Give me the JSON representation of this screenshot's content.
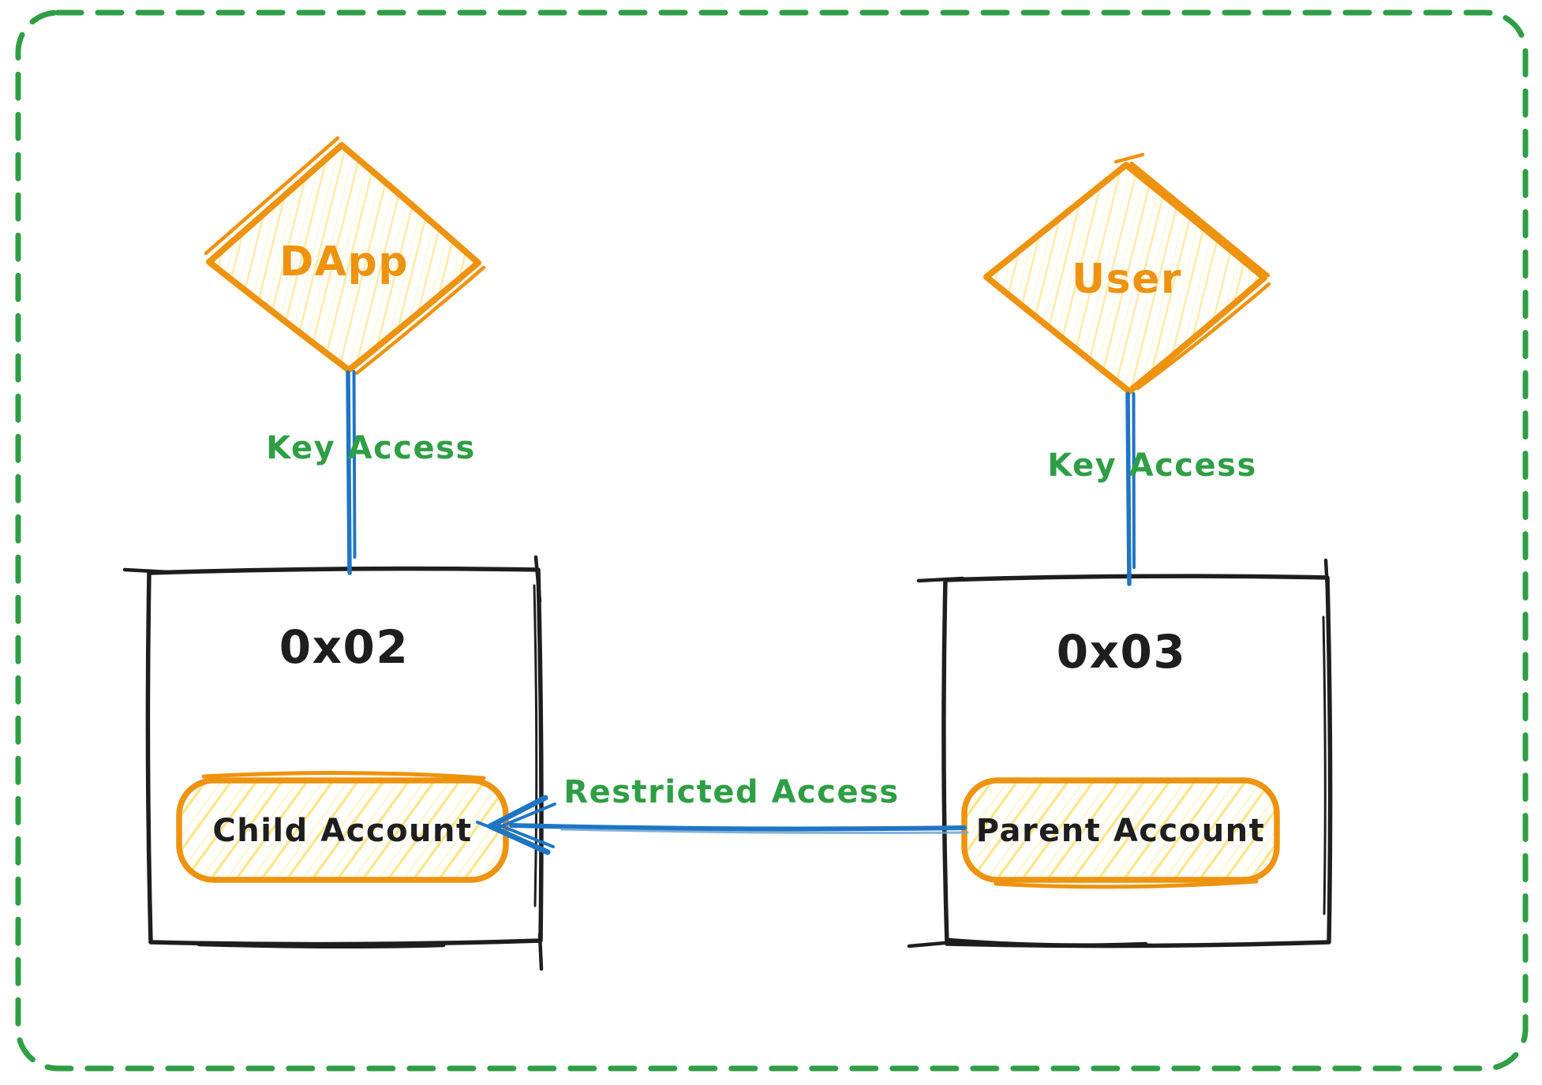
{
  "actors": {
    "dapp": {
      "label": "DApp",
      "shape": "diamond"
    },
    "user": {
      "label": "User",
      "shape": "diamond"
    }
  },
  "wallets": {
    "child": {
      "address": "0x02",
      "account_label": "Child Account"
    },
    "parent": {
      "address": "0x03",
      "account_label": "Parent Account"
    }
  },
  "connections": {
    "dapp_key": {
      "label": "Key Access",
      "from": "DApp",
      "to": "0x02"
    },
    "user_key": {
      "label": "Key Access",
      "from": "User",
      "to": "0x03"
    },
    "restricted": {
      "label": "Restricted Access",
      "from": "Parent Account",
      "to": "Child Account"
    }
  },
  "colors": {
    "orange": "#ee930e",
    "hatch_yellow": "#ffd43b",
    "blue": "#1f75c4",
    "light_blue": "#6fa3d6",
    "green": "#2f9e44",
    "black": "#1e1e1e",
    "background": "#ffffff"
  }
}
